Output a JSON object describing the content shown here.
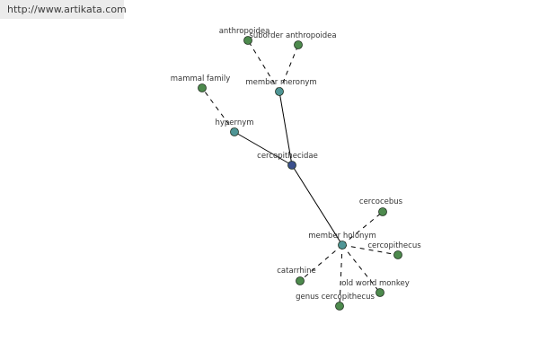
{
  "header": {
    "url": "http://www.artikata.com"
  },
  "graph": {
    "nodes": [
      {
        "id": "cercopithecidae",
        "label": "cercopithecidae",
        "role": "root"
      },
      {
        "id": "member-meronym",
        "label": "member meronym",
        "role": "relation"
      },
      {
        "id": "hypernym",
        "label": "hypernym",
        "role": "relation"
      },
      {
        "id": "member-holonym",
        "label": "member holonym",
        "role": "relation"
      },
      {
        "id": "anthropoidea",
        "label": "anthropoidea",
        "role": "leaf"
      },
      {
        "id": "suborder-anthropoidea",
        "label": "suborder anthropoidea",
        "role": "leaf"
      },
      {
        "id": "mammal-family",
        "label": "mammal family",
        "role": "leaf"
      },
      {
        "id": "cercocebus",
        "label": "cercocebus",
        "role": "leaf"
      },
      {
        "id": "cercopithecus",
        "label": "cercopithecus",
        "role": "leaf"
      },
      {
        "id": "catarrhine",
        "label": "catarrhine",
        "role": "leaf"
      },
      {
        "id": "old-world-monkey",
        "label": "old world monkey",
        "role": "leaf"
      },
      {
        "id": "genus-cercopithecus",
        "label": "genus cercopithecus",
        "role": "leaf"
      }
    ],
    "edges": [
      {
        "from": "cercopithecidae",
        "to": "member-meronym",
        "style": "solid"
      },
      {
        "from": "cercopithecidae",
        "to": "hypernym",
        "style": "solid"
      },
      {
        "from": "cercopithecidae",
        "to": "member-holonym",
        "style": "solid"
      },
      {
        "from": "member-meronym",
        "to": "anthropoidea",
        "style": "dashed"
      },
      {
        "from": "member-meronym",
        "to": "suborder-anthropoidea",
        "style": "dashed"
      },
      {
        "from": "hypernym",
        "to": "mammal-family",
        "style": "dashed"
      },
      {
        "from": "member-holonym",
        "to": "cercocebus",
        "style": "dashed"
      },
      {
        "from": "member-holonym",
        "to": "cercopithecus",
        "style": "dashed"
      },
      {
        "from": "member-holonym",
        "to": "catarrhine",
        "style": "dashed"
      },
      {
        "from": "member-holonym",
        "to": "old-world-monkey",
        "style": "dashed"
      },
      {
        "from": "member-holonym",
        "to": "genus-cercopithecus",
        "style": "dashed"
      }
    ],
    "colors": {
      "root": "#3a4f8c",
      "relation": "#4f9595",
      "leaf": "#4d8a4d",
      "stroke": "#1f2f1f",
      "edge": "#000000"
    }
  }
}
